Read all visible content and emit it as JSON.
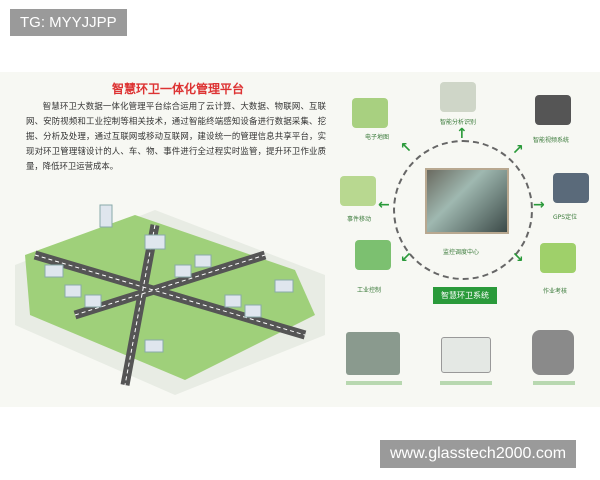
{
  "watermarks": {
    "tag": "TG: MYYJJPP",
    "site": "www.glasstech2000.com"
  },
  "article": {
    "title": "智慧环卫一体化管理平台",
    "body": "智慧环卫大数据一体化管理平台综合运用了云计算、大数据、物联网、互联网、安防视频和工业控制等相关技术，通过智能终端感知设备进行数据采集、挖掘、分析及处理，通过互联网或移动互联网，建设统一的管理信息共享平台，实现对环卫管理辖设计的人、车、物、事件进行全过程实时监管，提升环卫作业质量，降低环卫运营成本。"
  },
  "diagram": {
    "center": "监控调度中心",
    "system_badge": "智慧环卫系统",
    "nodes": [
      "电子地图",
      "智能分析识别",
      "智能视频系统",
      "GPS定位",
      "作业考核",
      "工业控制",
      "事件移动"
    ],
    "colors": {
      "accent": "#2a9a3a",
      "title": "#dd3333"
    }
  }
}
